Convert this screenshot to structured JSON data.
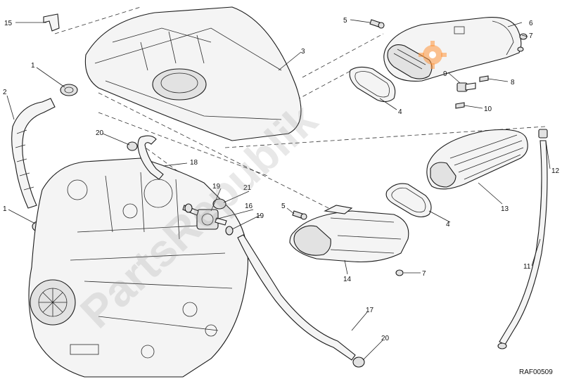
{
  "callouts": {
    "c1a": "1",
    "c1b": "1",
    "c2": "2",
    "c3": "3",
    "c4a": "4",
    "c4b": "4",
    "c5a": "5",
    "c5b": "5",
    "c6": "6",
    "c7a": "7",
    "c7b": "7",
    "c8": "8",
    "c9": "9",
    "c10": "10",
    "c11": "11",
    "c12": "12",
    "c13": "13",
    "c14": "14",
    "c15": "15",
    "c16": "16",
    "c17": "17",
    "c18": "18",
    "c19a": "19",
    "c19b": "19",
    "c20a": "20",
    "c20b": "20",
    "c21": "21"
  },
  "reference": "RAF00509",
  "watermark": "PartsRepublik",
  "colors": {
    "line": "#1a1a1a",
    "watermark": "#969696",
    "gear": "#ff963c"
  }
}
